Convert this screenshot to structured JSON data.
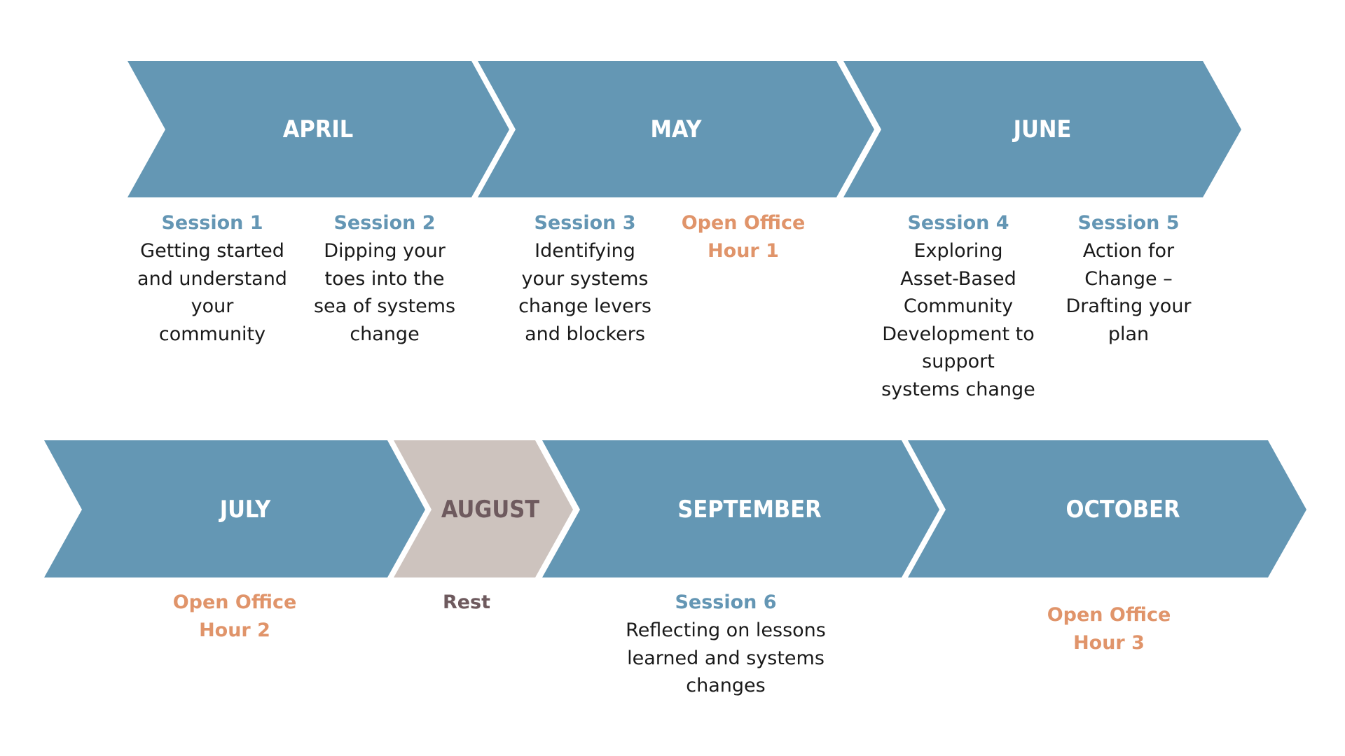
{
  "colors": {
    "chevron_blue": "#6497b4",
    "chevron_taupe": "#cdc3be",
    "label_light": "#ffffff",
    "label_dark": "#6e5a5e",
    "session_title": "#6496b4",
    "office_title": "#e0946a",
    "rest_title": "#6e5a5e"
  },
  "rows": [
    {
      "months": [
        {
          "label": "APRIL",
          "style": "blue"
        },
        {
          "label": "MAY",
          "style": "blue"
        },
        {
          "label": "JUNE",
          "style": "blue"
        }
      ]
    },
    {
      "months": [
        {
          "label": "JULY",
          "style": "blue"
        },
        {
          "label": "AUGUST",
          "style": "taupe"
        },
        {
          "label": "SEPTEMBER",
          "style": "blue"
        },
        {
          "label": "OCTOBER",
          "style": "blue"
        }
      ]
    }
  ],
  "events": [
    {
      "kind": "session",
      "title": "Session 1",
      "description": [
        "Getting started",
        "and understand",
        "your",
        "community"
      ]
    },
    {
      "kind": "session",
      "title": "Session 2",
      "description": [
        "Dipping your",
        "toes into the",
        "sea of systems",
        "change"
      ]
    },
    {
      "kind": "session",
      "title": "Session 3",
      "description": [
        "Identifying",
        "your systems",
        "change levers",
        "and blockers"
      ]
    },
    {
      "kind": "office",
      "title": [
        "Open Office",
        "Hour 1"
      ],
      "description": []
    },
    {
      "kind": "session",
      "title": "Session 4",
      "description": [
        "Exploring",
        "Asset-Based",
        "Community",
        "Development to",
        "support",
        "systems change"
      ]
    },
    {
      "kind": "session",
      "title": "Session 5",
      "description": [
        "Action for",
        "Change –",
        "Drafting your",
        "plan"
      ]
    },
    {
      "kind": "office",
      "title": [
        "Open Office",
        "Hour 2"
      ],
      "description": []
    },
    {
      "kind": "rest",
      "title": "Rest",
      "description": []
    },
    {
      "kind": "session",
      "title": "Session 6",
      "description": [
        "Reflecting on lessons",
        "learned and systems",
        "changes"
      ]
    },
    {
      "kind": "office",
      "title": [
        "Open Office",
        "Hour 3"
      ],
      "description": []
    }
  ]
}
